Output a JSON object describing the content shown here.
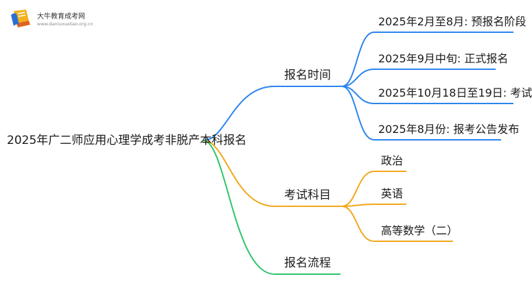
{
  "logo": {
    "name": "大牛教育成考网",
    "url": "www.daniuxueliao.org.cn",
    "icon": "book-logo-icon"
  },
  "colors": {
    "branch_time": "#2b84ee",
    "branch_subjects": "#f0a81a",
    "branch_process": "#2cc46b"
  },
  "root": {
    "label": "2025年广二师应用心理学成考非脱产本科报名"
  },
  "branches": [
    {
      "label": "报名时间",
      "children": [
        "2025年2月至8月: 预报名阶段",
        "2025年9月中旬: 正式报名",
        "2025年10月18日至19日: 考试",
        "2025年8月份: 报考公告发布"
      ]
    },
    {
      "label": "考试科目",
      "children": [
        "政治",
        "英语",
        "高等数学（二）"
      ]
    },
    {
      "label": "报名流程",
      "children": []
    }
  ]
}
